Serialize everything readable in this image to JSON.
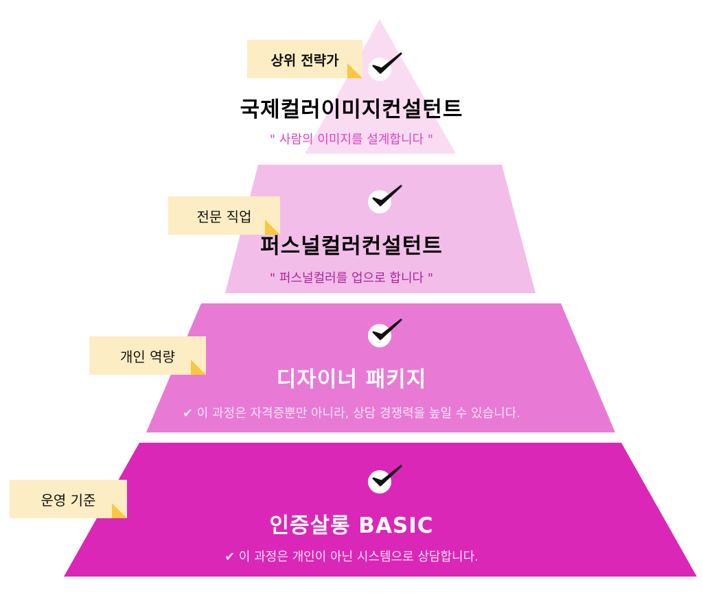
{
  "colors": {
    "tier1": "#f9dcf2",
    "tier2": "#f2bde9",
    "tier3": "#e87ad5",
    "tier4": "#db27b7",
    "tag_bg": "#fdedc4",
    "tag_fold": "#f9c742"
  },
  "tiers": [
    {
      "tag": "상위 전략가",
      "title": "국제컬러이미지컨설턴트",
      "subtitle": "\" 사람의 이미지를 설계합니다 \""
    },
    {
      "tag": "전문 직업",
      "title": "퍼스널컬러컨설턴트",
      "subtitle": "\" 퍼스널컬러를 업으로 합니다 \""
    },
    {
      "tag": "개인 역량",
      "title": "디자이너 패키지",
      "subtitle": "✔ 이 과정은 자격증뿐만 아니라, 상담 경쟁력을 높일 수 있습니다."
    },
    {
      "tag": "운영 기준",
      "title": "인증살롱 BASIC",
      "subtitle": "✔ 이 과정은 개인이 아닌 시스템으로 상담합니다."
    }
  ]
}
